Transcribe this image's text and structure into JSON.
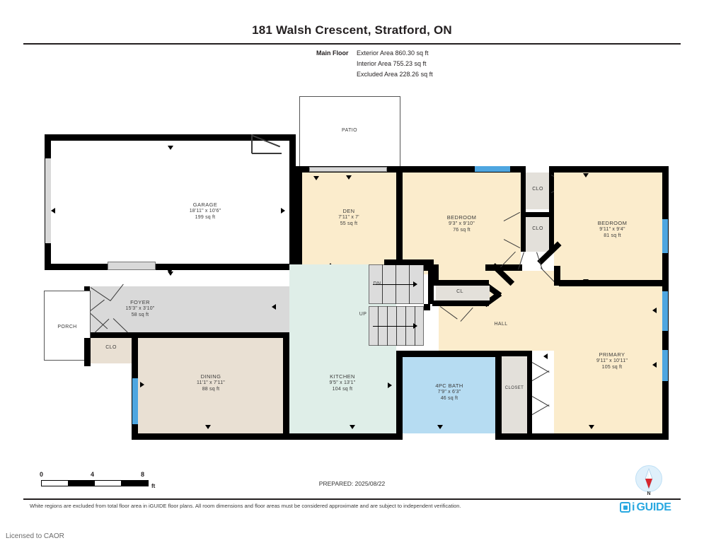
{
  "header": {
    "title": "181 Walsh Crescent, Stratford, ON",
    "floor_label": "Main Floor",
    "exterior_area": "Exterior Area 860.30 sq ft",
    "interior_area": "Interior Area 755.23 sq ft",
    "excluded_area": "Excluded Area 228.26 sq ft"
  },
  "rooms": {
    "garage": {
      "name": "GARAGE",
      "dims": "18'11\" x 10'6\"",
      "area": "199 sq ft"
    },
    "den": {
      "name": "DEN",
      "dims": "7'11\" x 7'",
      "area": "55 sq ft"
    },
    "bedroom1": {
      "name": "BEDROOM",
      "dims": "9'3\" x 9'10\"",
      "area": "76 sq ft"
    },
    "bedroom2": {
      "name": "BEDROOM",
      "dims": "9'11\" x 9'4\"",
      "area": "81 sq ft"
    },
    "primary": {
      "name": "PRIMARY",
      "dims": "9'11\" x 10'11\"",
      "area": "105 sq ft"
    },
    "bath": {
      "name": "4PC BATH",
      "dims": "7'9\" x 6'3\"",
      "area": "46 sq ft"
    },
    "kitchen": {
      "name": "KITCHEN",
      "dims": "9'5\" x 13'1\"",
      "area": "104 sq ft"
    },
    "dining": {
      "name": "DINING",
      "dims": "11'1\" x 7'11\"",
      "area": "88 sq ft"
    },
    "foyer": {
      "name": "FOYER",
      "dims": "15'3\" x 3'10\"",
      "area": "58 sq ft"
    }
  },
  "small_labels": {
    "patio": "PATIO",
    "porch": "PORCH",
    "clo_foyer": "CLO",
    "clo_top": "CLO",
    "clo_bottom": "CLO",
    "cl_hall": "CL",
    "hall": "HALL",
    "closet": "CLOSET",
    "stairs_down": "DN",
    "stairs_up": "UP"
  },
  "scale_bar": {
    "ticks": [
      "0",
      "4",
      "8"
    ],
    "unit": "ft"
  },
  "footer": {
    "prepared": "PREPARED: 2025/08/22",
    "disclaimer": "White regions are excluded from total floor area in iGUIDE floor plans. All room dimensions and floor areas must be considered approximate and are subject to independent verification.",
    "licensed": "Licensed to CAOR",
    "logo_i": "i",
    "logo_text": "GUIDE",
    "compass_label": "N"
  },
  "colors": {
    "wall": "#000000",
    "cream": "#fbeccc",
    "beige": "#e9e0d3",
    "mint": "#dfeee8",
    "bath_blue": "#b6dcf2",
    "window_blue": "#4ea6e0",
    "grey": "#d9d9d9",
    "brand": "#29a8e0"
  }
}
